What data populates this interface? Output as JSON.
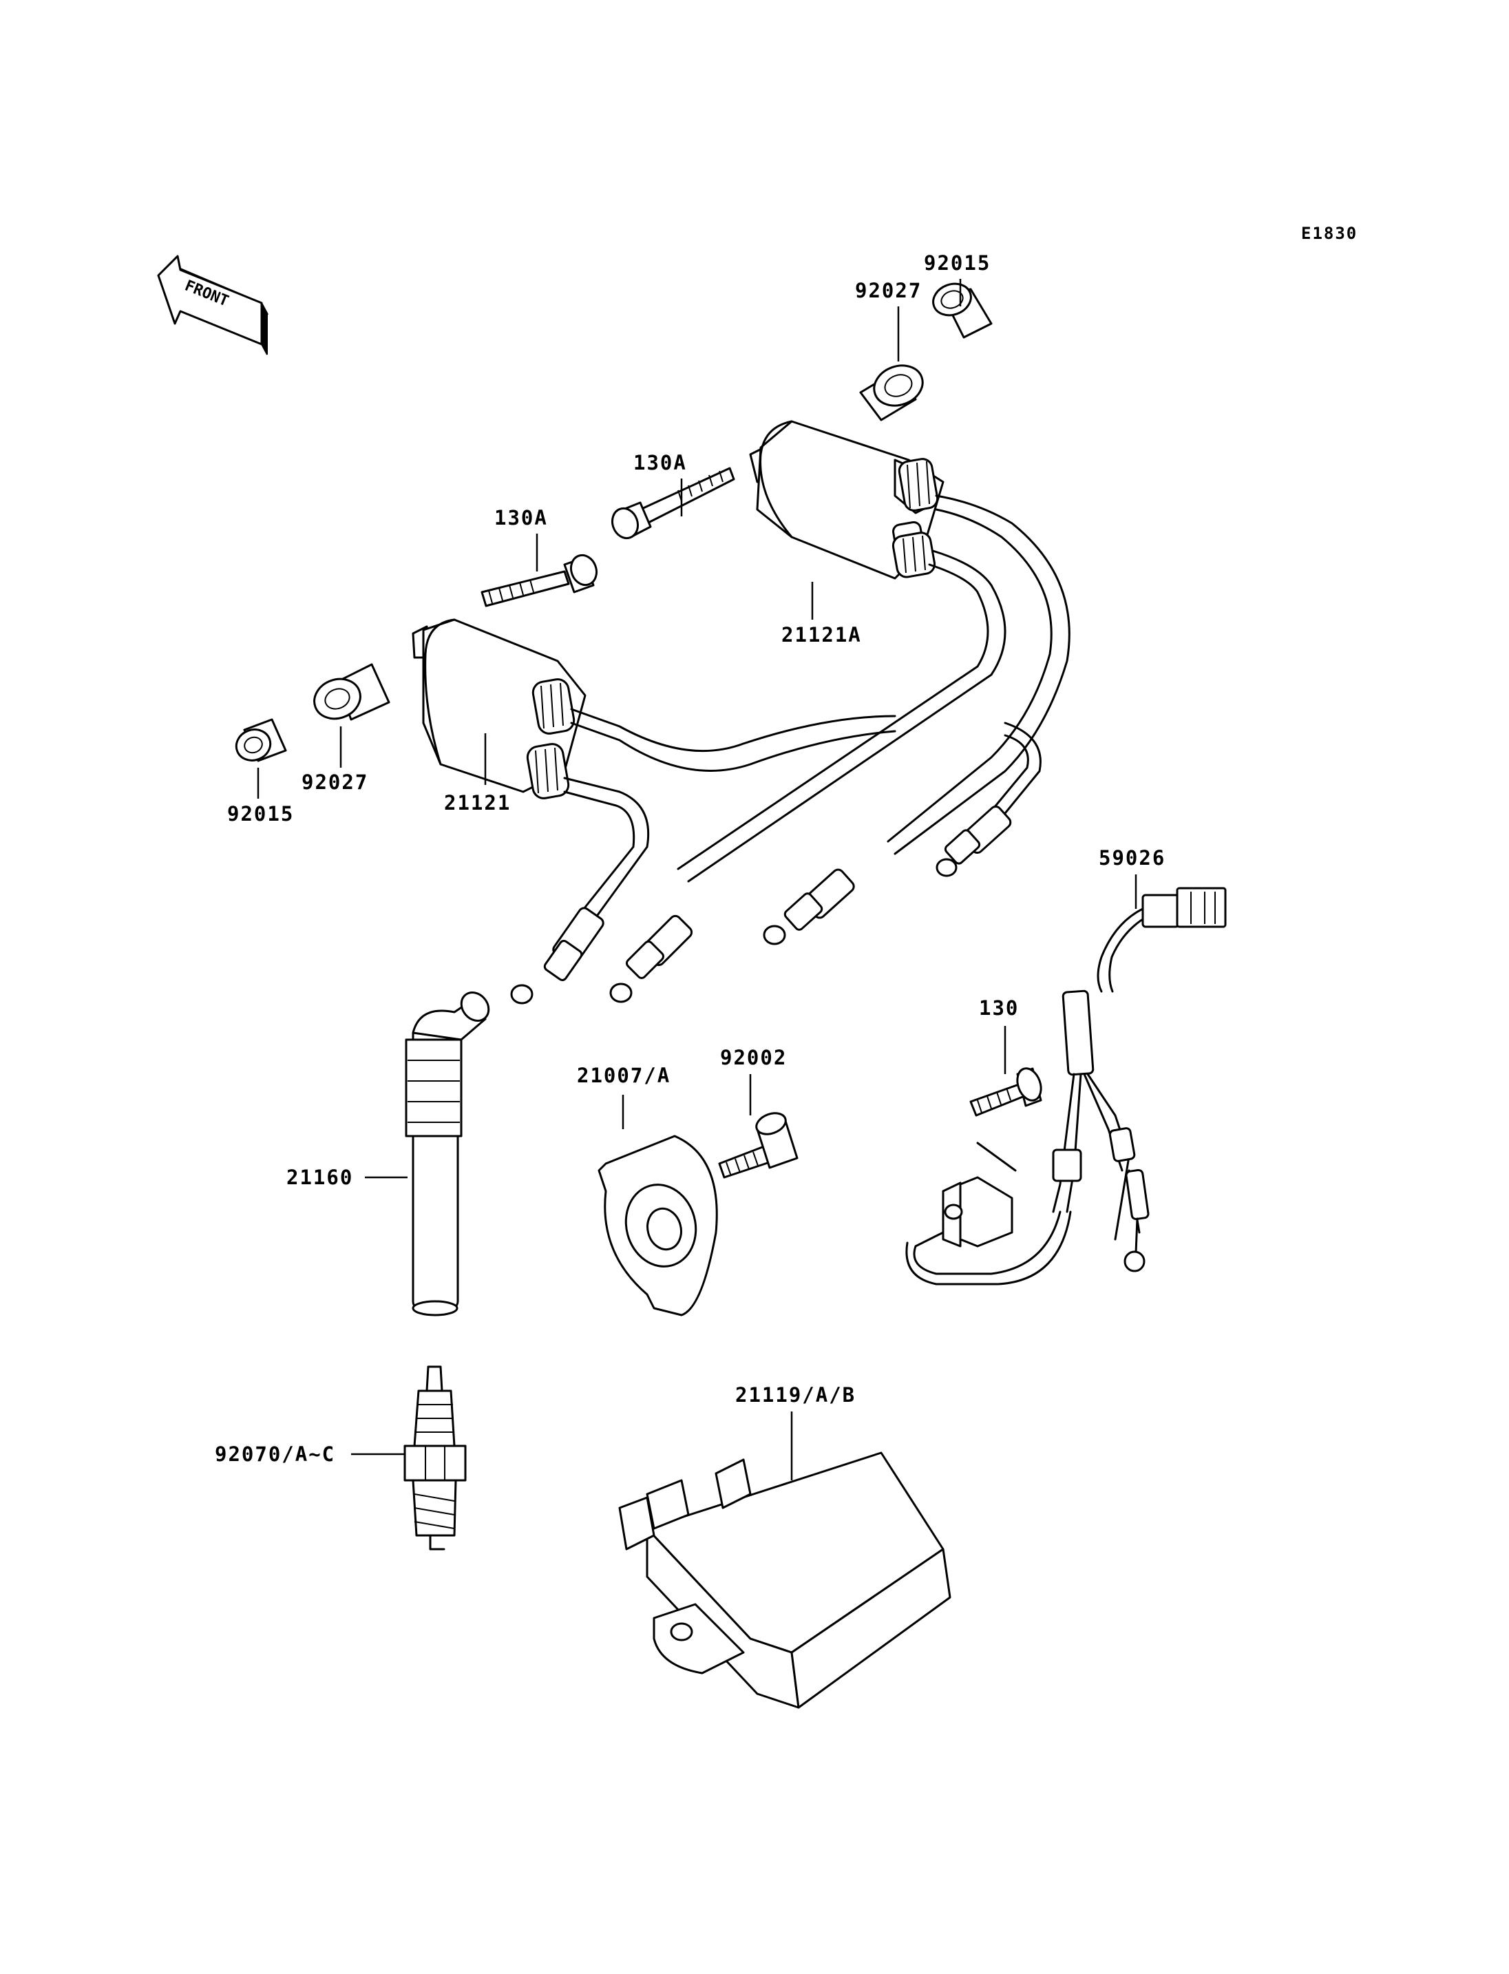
{
  "diagram_code": "E1830",
  "front_label": "FRONT",
  "labels": {
    "p92015_top": "92015",
    "p92027_top": "92027",
    "p130A_top": "130A",
    "p130A_left": "130A",
    "p21121A": "21121A",
    "p92027_left": "92027",
    "p92015_left": "92015",
    "p21121": "21121",
    "p59026": "59026",
    "p130": "130",
    "p21007A": "21007/A",
    "p92002": "92002",
    "p21160": "21160",
    "p21119AB": "21119/A/B",
    "p92070AC": "92070/A~C"
  }
}
